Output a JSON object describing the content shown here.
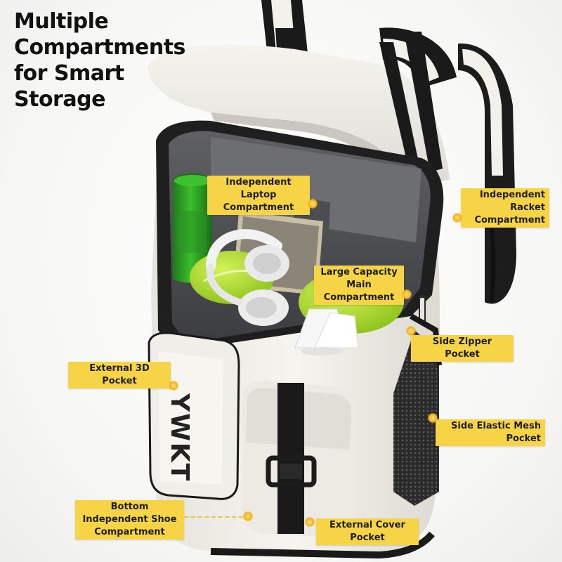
{
  "headline": {
    "lines": [
      "Multiple",
      "Compartments",
      "for Smart",
      "Storage"
    ]
  },
  "product": {
    "brand_mark": "YWKT",
    "illustration": "open white sports backpack with green tube, headphones, tennis balls and shuttlecocks inside"
  },
  "callouts": {
    "laptop": {
      "lines": [
        "Independent",
        "Laptop",
        "Compartment"
      ]
    },
    "racket": {
      "lines": [
        "Independent",
        "Racket",
        "Compartment"
      ]
    },
    "main": {
      "lines": [
        "Large Capacity",
        "Main",
        "Compartment"
      ]
    },
    "side_zipper": {
      "lines": [
        "Side Zipper",
        "Pocket"
      ]
    },
    "external_3d": {
      "lines": [
        "External 3D",
        "Pocket"
      ]
    },
    "side_mesh": {
      "lines": [
        "Side Elastic Mesh",
        "Pocket"
      ]
    },
    "shoe": {
      "lines": [
        "Bottom",
        "Independent Shoe",
        "Compartment"
      ]
    },
    "cover": {
      "lines": [
        "External Cover",
        "Pocket"
      ]
    }
  },
  "colors": {
    "callout_bg": "#f7d445",
    "strap": "#1a1a1a",
    "body": "#efeee6",
    "accent_green": "#9bd62c"
  }
}
